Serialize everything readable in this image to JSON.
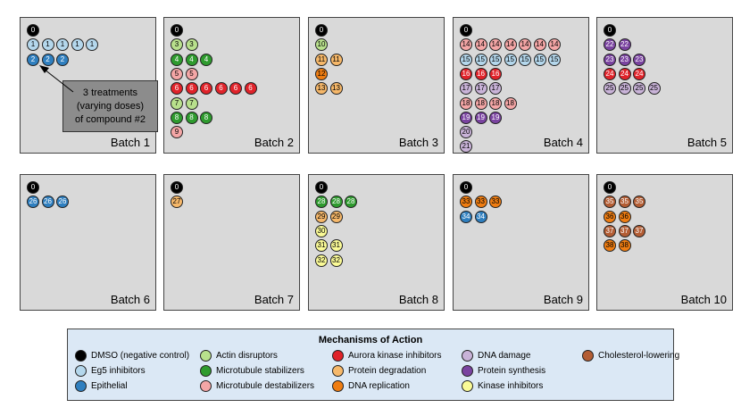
{
  "colors": {
    "dmso": "#000000",
    "eg5": "#b4d7ec",
    "epithelial": "#2f7fbf",
    "actin": "#b8e08c",
    "mt_stab": "#2e9b2e",
    "mt_destab": "#f4a6a6",
    "aurora": "#e0232a",
    "prot_deg": "#f6b86a",
    "dna_rep": "#ef7d12",
    "dna_dmg": "#c9b3d8",
    "prot_syn": "#7a43a0",
    "kinase": "#fafa96",
    "chol": "#b35d34"
  },
  "callout_lines": [
    "3 treatments",
    "(varying doses)",
    "of compound #2"
  ],
  "batches": [
    {
      "label": "Batch 1",
      "rows": [
        {
          "n": 0,
          "count": 1,
          "moa": "dmso"
        },
        {
          "n": 1,
          "count": 5,
          "moa": "eg5"
        },
        {
          "n": 2,
          "count": 3,
          "moa": "epithelial"
        }
      ]
    },
    {
      "label": "Batch 2",
      "rows": [
        {
          "n": 0,
          "count": 1,
          "moa": "dmso"
        },
        {
          "n": 3,
          "count": 2,
          "moa": "actin"
        },
        {
          "n": 4,
          "count": 3,
          "moa": "mt_stab"
        },
        {
          "n": 5,
          "count": 2,
          "moa": "mt_destab"
        },
        {
          "n": 6,
          "count": 6,
          "moa": "aurora"
        },
        {
          "n": 7,
          "count": 2,
          "moa": "actin"
        },
        {
          "n": 8,
          "count": 3,
          "moa": "mt_stab"
        },
        {
          "n": 9,
          "count": 1,
          "moa": "mt_destab"
        }
      ]
    },
    {
      "label": "Batch 3",
      "rows": [
        {
          "n": 0,
          "count": 1,
          "moa": "dmso"
        },
        {
          "n": 10,
          "count": 1,
          "moa": "actin"
        },
        {
          "n": 11,
          "count": 2,
          "moa": "prot_deg"
        },
        {
          "n": 12,
          "count": 1,
          "moa": "dna_rep"
        },
        {
          "n": 13,
          "count": 2,
          "moa": "prot_deg"
        }
      ]
    },
    {
      "label": "Batch 4",
      "rows": [
        {
          "n": 0,
          "count": 1,
          "moa": "dmso"
        },
        {
          "n": 14,
          "count": 7,
          "moa": "mt_destab"
        },
        {
          "n": 15,
          "count": 7,
          "moa": "eg5"
        },
        {
          "n": 16,
          "count": 3,
          "moa": "aurora"
        },
        {
          "n": 17,
          "count": 3,
          "moa": "dna_dmg"
        },
        {
          "n": 18,
          "count": 4,
          "moa": "mt_destab"
        },
        {
          "n": 19,
          "count": 3,
          "moa": "prot_syn"
        },
        {
          "n": 20,
          "count": 1,
          "moa": "dna_dmg"
        },
        {
          "n": 21,
          "count": 1,
          "moa": "dna_dmg"
        }
      ]
    },
    {
      "label": "Batch 5",
      "rows": [
        {
          "n": 0,
          "count": 1,
          "moa": "dmso"
        },
        {
          "n": 22,
          "count": 2,
          "moa": "prot_syn"
        },
        {
          "n": 23,
          "count": 3,
          "moa": "prot_syn"
        },
        {
          "n": 24,
          "count": 3,
          "moa": "aurora"
        },
        {
          "n": 25,
          "count": 4,
          "moa": "dna_dmg"
        }
      ]
    },
    {
      "label": "Batch 6",
      "rows": [
        {
          "n": 0,
          "count": 1,
          "moa": "dmso"
        },
        {
          "n": 26,
          "count": 3,
          "moa": "epithelial"
        }
      ]
    },
    {
      "label": "Batch 7",
      "rows": [
        {
          "n": 0,
          "count": 1,
          "moa": "dmso"
        },
        {
          "n": 27,
          "count": 1,
          "moa": "prot_deg"
        }
      ]
    },
    {
      "label": "Batch 8",
      "rows": [
        {
          "n": 0,
          "count": 1,
          "moa": "dmso"
        },
        {
          "n": 28,
          "count": 3,
          "moa": "mt_stab"
        },
        {
          "n": 29,
          "count": 2,
          "moa": "prot_deg"
        },
        {
          "n": 30,
          "count": 1,
          "moa": "kinase"
        },
        {
          "n": 31,
          "count": 2,
          "moa": "kinase"
        },
        {
          "n": 32,
          "count": 2,
          "moa": "kinase"
        }
      ]
    },
    {
      "label": "Batch 9",
      "rows": [
        {
          "n": 0,
          "count": 1,
          "moa": "dmso"
        },
        {
          "n": 33,
          "count": 3,
          "moa": "dna_rep"
        },
        {
          "n": 34,
          "count": 2,
          "moa": "epithelial"
        }
      ]
    },
    {
      "label": "Batch 10",
      "rows": [
        {
          "n": 0,
          "count": 1,
          "moa": "dmso"
        },
        {
          "n": 35,
          "count": 3,
          "moa": "chol"
        },
        {
          "n": 36,
          "count": 2,
          "moa": "dna_rep"
        },
        {
          "n": 37,
          "count": 3,
          "moa": "chol"
        },
        {
          "n": 38,
          "count": 2,
          "moa": "dna_rep"
        }
      ]
    }
  ],
  "legend": {
    "title": "Mechanisms of Action",
    "items": [
      {
        "moa": "dmso",
        "label": "DMSO (negative control)"
      },
      {
        "moa": "eg5",
        "label": "Eg5 inhibitors"
      },
      {
        "moa": "epithelial",
        "label": "Epithelial"
      },
      {
        "moa": "actin",
        "label": "Actin disruptors"
      },
      {
        "moa": "mt_stab",
        "label": "Microtubule stabilizers"
      },
      {
        "moa": "mt_destab",
        "label": "Microtubule destabilizers"
      },
      {
        "moa": "aurora",
        "label": "Aurora kinase inhibitors"
      },
      {
        "moa": "prot_deg",
        "label": "Protein degradation"
      },
      {
        "moa": "dna_rep",
        "label": "DNA replication"
      },
      {
        "moa": "dna_dmg",
        "label": "DNA damage"
      },
      {
        "moa": "prot_syn",
        "label": "Protein synthesis"
      },
      {
        "moa": "kinase",
        "label": "Kinase inhibitors"
      },
      {
        "moa": "chol",
        "label": "Cholesterol-lowering"
      }
    ]
  }
}
